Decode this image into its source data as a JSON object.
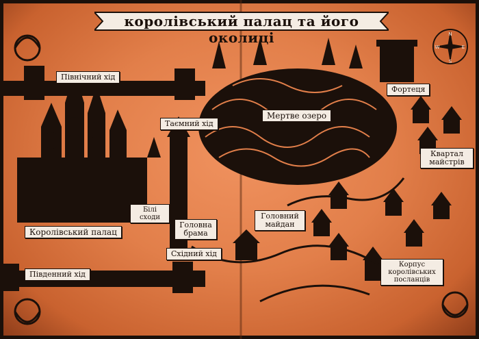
{
  "title": "королівський палац та його околиці",
  "compass": {
    "north": "N",
    "south": "S",
    "west": "W",
    "east": "E"
  },
  "labels": {
    "north_passage": "Північний хід",
    "secret_passage": "Таємний хід",
    "dead_lake": "Мертве озеро",
    "fortress": "Фортеця",
    "masters_quarter_1": "Квартал",
    "masters_quarter_2": "майстрів",
    "royal_palace": "Королівський палац",
    "white_stairs_1": "Білі",
    "white_stairs_2": "сходи",
    "main_gate_1": "Головна",
    "main_gate_2": "брама",
    "main_square_1": "Головний",
    "main_square_2": "майдан",
    "east_passage": "Східний хід",
    "south_passage": "Південний хід",
    "messengers_1": "Корпус",
    "messengers_2": "королівських",
    "messengers_3": "посланців"
  },
  "colors": {
    "parchment": "#e88a55",
    "ink": "#1b100a",
    "banner": "#f4ece3"
  }
}
